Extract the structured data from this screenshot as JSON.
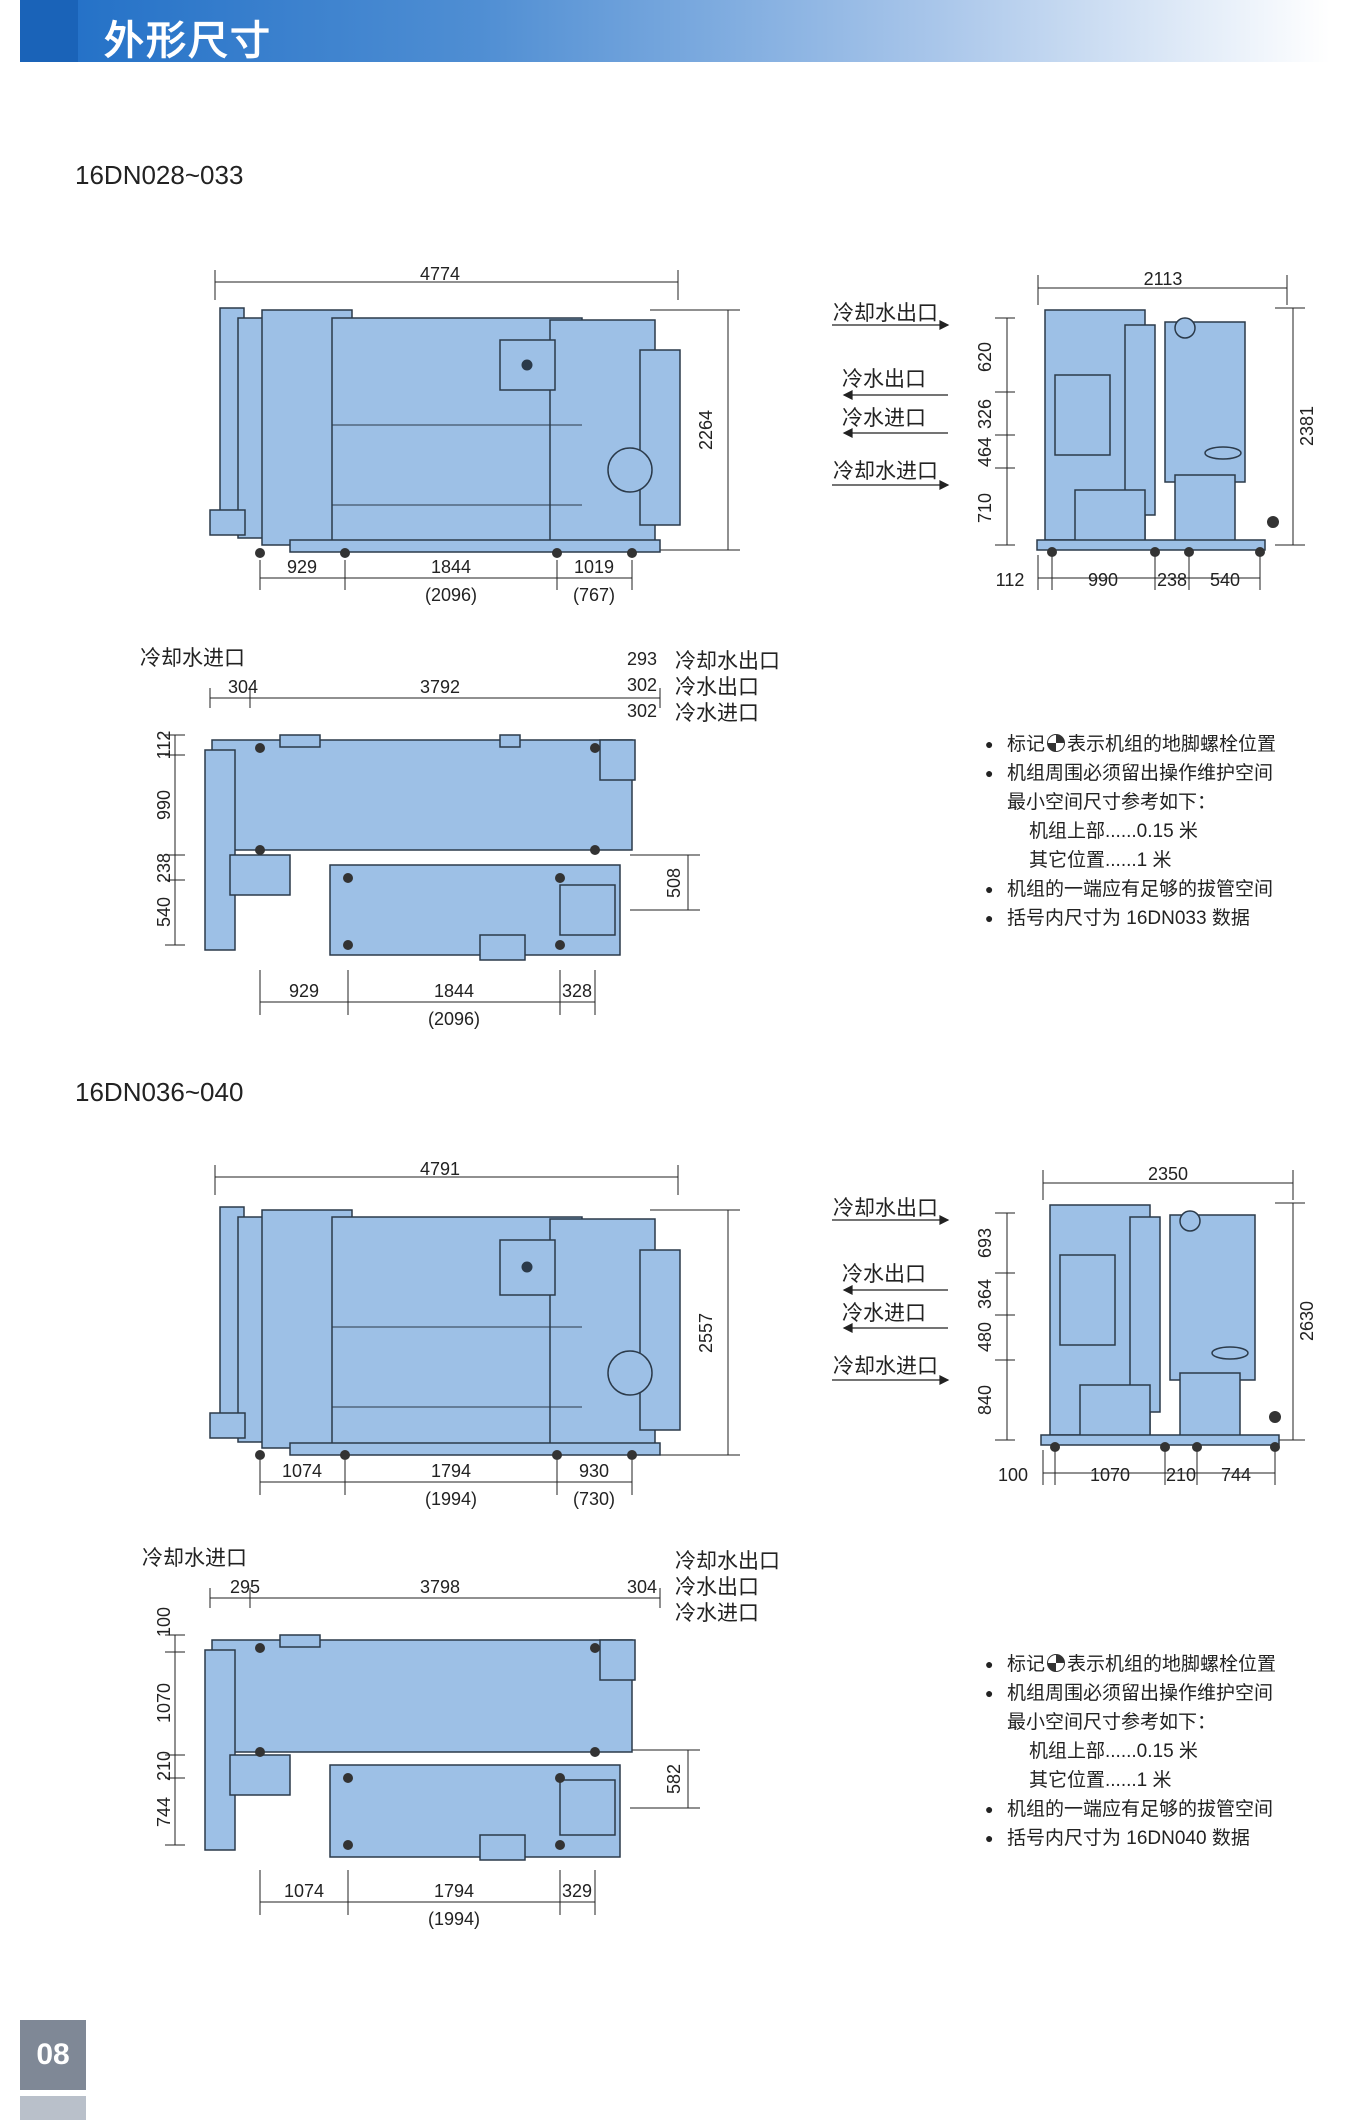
{
  "header": {
    "title": "外形尺寸"
  },
  "page_number": "08",
  "section1": {
    "model": "16DN028~033",
    "front": {
      "width": "4774",
      "height": "2264",
      "d1": "929",
      "d2": "1844",
      "d2b": "(2096)",
      "d3": "1019",
      "d3b": "(767)"
    },
    "side": {
      "width": "2113",
      "height": "2381",
      "v1": "620",
      "v2": "326",
      "v3": "464",
      "v4": "710",
      "b1": "112",
      "b2": "990",
      "b3": "238",
      "b4": "540"
    },
    "side_labels": [
      "冷却水出口",
      "冷水出口",
      "冷水进口",
      "冷却水进口"
    ],
    "top": {
      "inlet_label": "冷却水进口",
      "t1": "304",
      "t2": "3792",
      "r1": "293",
      "r2": "302",
      "r3": "302",
      "right_labels": [
        "冷却水出口",
        "冷水出口",
        "冷水进口"
      ],
      "v1": "112",
      "v2": "990",
      "v3": "238",
      "v4": "540",
      "h508": "508",
      "d1": "929",
      "d2": "1844",
      "d2b": "(2096)",
      "d3": "328"
    },
    "notes": {
      "n1a": "标记",
      "n1b": "表示机组的地脚螺栓位置",
      "n2": "机组周围必须留出操作维护空间",
      "n3": "最小空间尺寸参考如下：",
      "n4": "机组上部......0.15 米",
      "n5": "其它位置......1 米",
      "n6": "机组的一端应有足够的拔管空间",
      "n7": "括号内尺寸为 16DN033 数据"
    }
  },
  "section2": {
    "model": "16DN036~040",
    "front": {
      "width": "4791",
      "height": "2557",
      "d1": "1074",
      "d2": "1794",
      "d2b": "(1994)",
      "d3": "930",
      "d3b": "(730)"
    },
    "side": {
      "width": "2350",
      "height": "2630",
      "v1": "693",
      "v2": "364",
      "v3": "480",
      "v4": "840",
      "b1": "100",
      "b2": "1070",
      "b3": "210",
      "b4": "744"
    },
    "side_labels": [
      "冷却水出口",
      "冷水出口",
      "冷水进口",
      "冷却水进口"
    ],
    "top": {
      "inlet_label": "冷却水进口",
      "t1": "295",
      "t2": "3798",
      "r1": "304",
      "right_labels": [
        "冷却水出口",
        "冷水出口",
        "冷水进口"
      ],
      "v1": "100",
      "v2": "1070",
      "v3": "210",
      "v4": "744",
      "h582": "582",
      "d1": "1074",
      "d2": "1794",
      "d2b": "(1994)",
      "d3": "329"
    },
    "notes": {
      "n1a": "标记",
      "n1b": "表示机组的地脚螺栓位置",
      "n2": "机组周围必须留出操作维护空间",
      "n3": "最小空间尺寸参考如下：",
      "n4": "机组上部......0.15 米",
      "n5": "其它位置......1 米",
      "n6": "机组的一端应有足够的拔管空间",
      "n7": "括号内尺寸为 16DN040 数据"
    }
  },
  "colors": {
    "unit_fill": "#9dc0e6",
    "unit_stroke": "#2b3a4a",
    "header_blue": "#1f6ec6"
  }
}
